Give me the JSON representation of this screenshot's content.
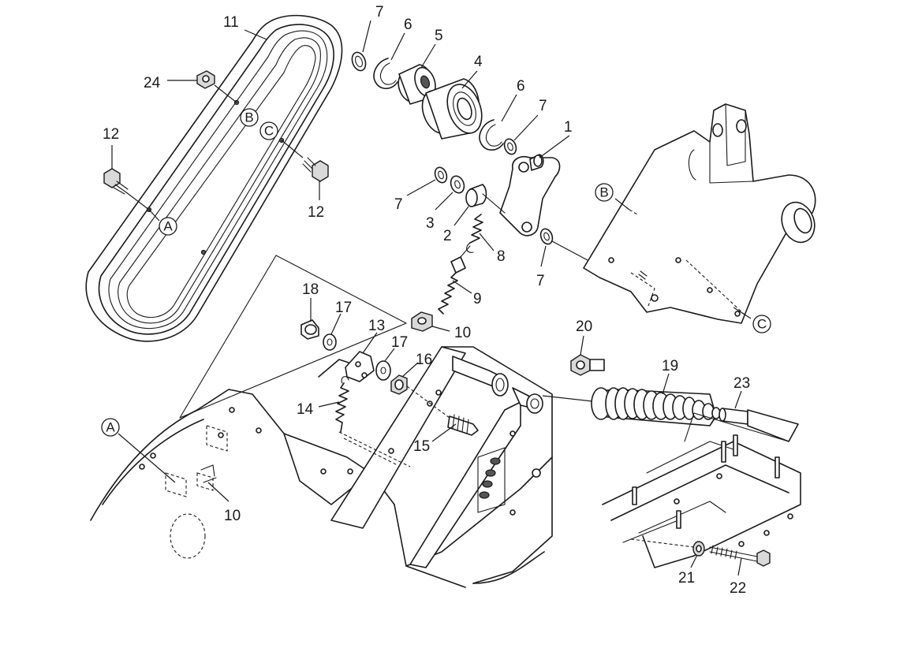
{
  "diagram": {
    "callouts": [
      {
        "id": "1",
        "text": "1"
      },
      {
        "id": "2",
        "text": "2"
      },
      {
        "id": "3",
        "text": "3"
      },
      {
        "id": "4",
        "text": "4"
      },
      {
        "id": "5",
        "text": "5"
      },
      {
        "id": "6a",
        "text": "6"
      },
      {
        "id": "6b",
        "text": "6"
      },
      {
        "id": "7a",
        "text": "7"
      },
      {
        "id": "7b",
        "text": "7"
      },
      {
        "id": "7c",
        "text": "7"
      },
      {
        "id": "7d",
        "text": "7"
      },
      {
        "id": "8",
        "text": "8"
      },
      {
        "id": "9",
        "text": "9"
      },
      {
        "id": "10a",
        "text": "10"
      },
      {
        "id": "10b",
        "text": "10"
      },
      {
        "id": "11",
        "text": "11"
      },
      {
        "id": "12a",
        "text": "12"
      },
      {
        "id": "12b",
        "text": "12"
      },
      {
        "id": "13",
        "text": "13"
      },
      {
        "id": "14",
        "text": "14"
      },
      {
        "id": "15",
        "text": "15"
      },
      {
        "id": "16",
        "text": "16"
      },
      {
        "id": "17a",
        "text": "17"
      },
      {
        "id": "17b",
        "text": "17"
      },
      {
        "id": "18",
        "text": "18"
      },
      {
        "id": "19",
        "text": "19"
      },
      {
        "id": "20",
        "text": "20"
      },
      {
        "id": "21",
        "text": "21"
      },
      {
        "id": "22",
        "text": "22"
      },
      {
        "id": "23",
        "text": "23"
      },
      {
        "id": "24",
        "text": "24"
      }
    ],
    "references": [
      {
        "id": "A1",
        "text": "A"
      },
      {
        "id": "A2",
        "text": "A"
      },
      {
        "id": "B1",
        "text": "B"
      },
      {
        "id": "B2",
        "text": "B"
      },
      {
        "id": "C1",
        "text": "C"
      },
      {
        "id": "C2",
        "text": "C"
      }
    ]
  }
}
